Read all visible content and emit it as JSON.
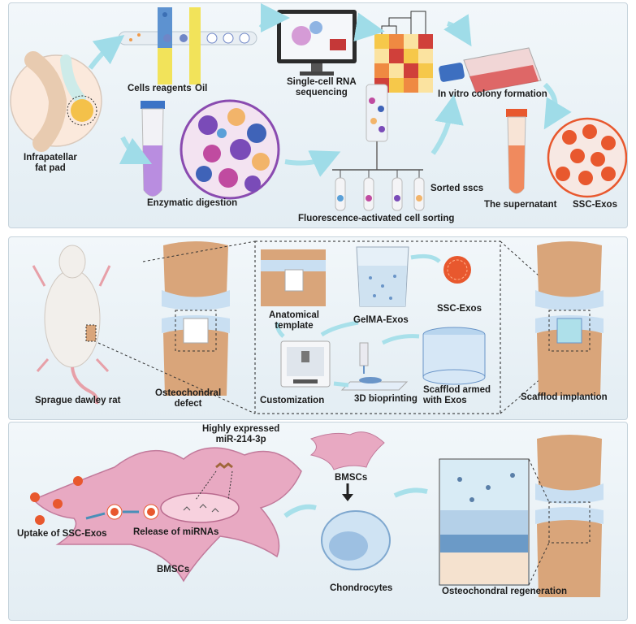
{
  "panel1": {
    "infrapatellar": [
      "Infrapatellar",
      "fat pad"
    ],
    "cells_reagents": "Cells reagents",
    "oil": "Oil",
    "scrna": [
      "Single-cell RNA",
      "sequencing"
    ],
    "colony": "In vitro colony formation",
    "enzymatic": "Enzymatic digestion",
    "sorted": "Sorted sscs",
    "facs": "Fluorescence-activated cell sorting",
    "supernatant": "The supernatant",
    "ssc_exos": "SSC-Exos"
  },
  "panel2": {
    "rat": "Sprague dawley rat",
    "defect": [
      "Osteochondral",
      "defect"
    ],
    "template": [
      "Anatomical",
      "template"
    ],
    "gelma": "GelMA-Exos",
    "ssc_exos": "SSC-Exos",
    "customization": "Customization",
    "bioprinting": "3D bioprinting",
    "scaffold_armed": [
      "Scafflod armed",
      "with Exos"
    ],
    "implant": "Scafflod implantion"
  },
  "panel3": {
    "highly": [
      "Highly expressed",
      "miR-214-3p"
    ],
    "uptake": "Uptake of SSC-Exos",
    "release": "Release of miRNAs",
    "bmscs_cell": "BMSCs",
    "bmscs_top": "BMSCs",
    "chondrocytes": "Chondrocytes",
    "regeneration": "Osteochondral regeneration"
  },
  "colors": {
    "panel_bg": "#e8f0f5",
    "flow_arrow": "#a8e0ea",
    "exos": "#e8582e",
    "bone": "#d9a57a",
    "cartilage": "#c9dff2"
  }
}
